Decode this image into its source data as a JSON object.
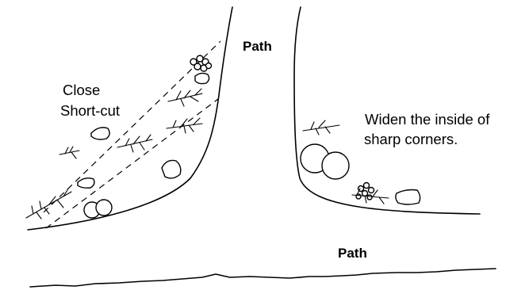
{
  "labels": {
    "path_top": "Path",
    "path_bottom": "Path",
    "close_line1": "Close",
    "close_line2": "Short-cut",
    "widen_line1": "Widen the inside of",
    "widen_line2": "sharp corners."
  }
}
